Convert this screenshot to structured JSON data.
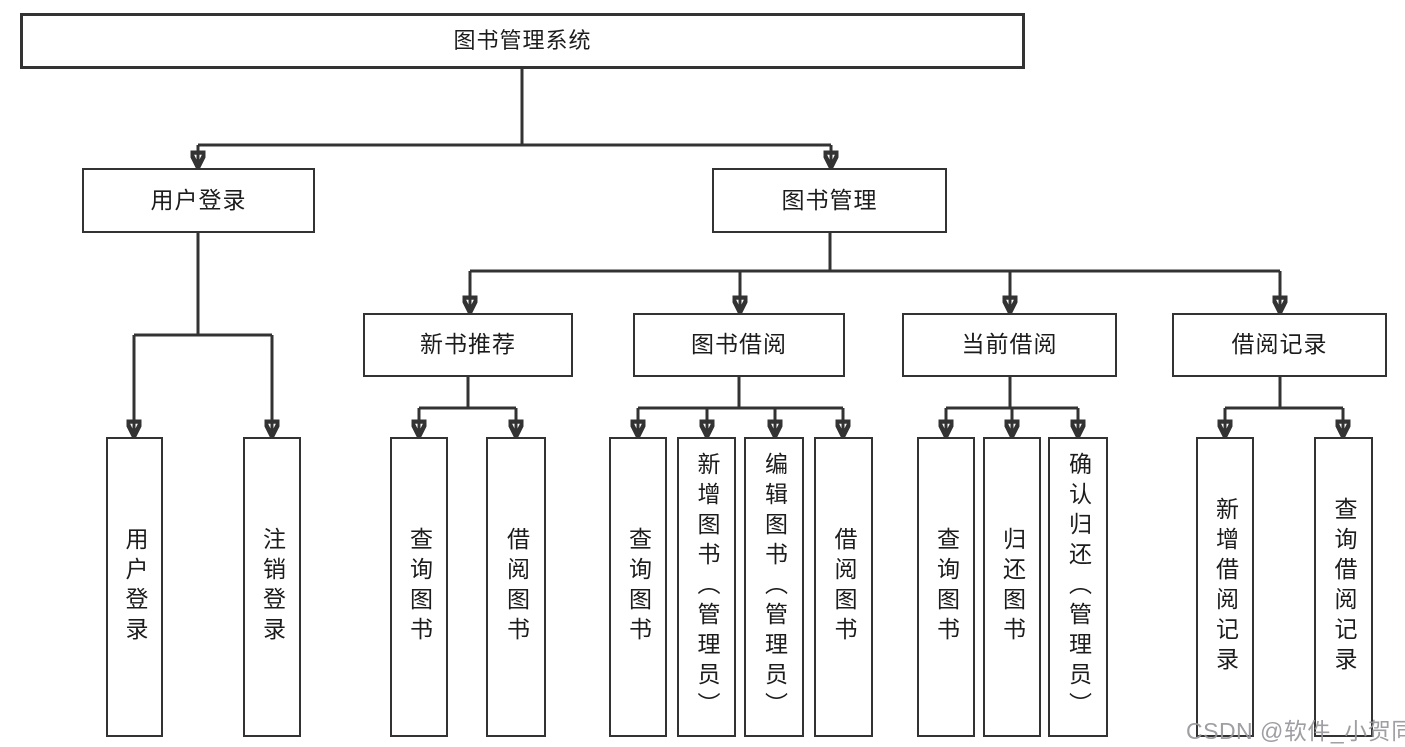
{
  "diagram": {
    "type": "hierarchy-tree",
    "title": "图书管理系统"
  },
  "tree": {
    "root": {
      "label": "图书管理系统",
      "children": [
        {
          "label": "用户登录",
          "children": [
            {
              "label": "用户登录"
            },
            {
              "label": "注销登录"
            }
          ]
        },
        {
          "label": "图书管理",
          "children": [
            {
              "label": "新书推荐",
              "children": [
                {
                  "label": "查询图书"
                },
                {
                  "label": "借阅图书"
                }
              ]
            },
            {
              "label": "图书借阅",
              "children": [
                {
                  "label": "查询图书"
                },
                {
                  "label": "新增图书（管理员）"
                },
                {
                  "label": "编辑图书（管理员）"
                },
                {
                  "label": "借阅图书"
                }
              ]
            },
            {
              "label": "当前借阅",
              "children": [
                {
                  "label": "查询图书"
                },
                {
                  "label": "归还图书"
                },
                {
                  "label": "确认归还（管理员）"
                }
              ]
            },
            {
              "label": "借阅记录",
              "children": [
                {
                  "label": "新增借阅记录"
                },
                {
                  "label": "查询借阅记录"
                }
              ]
            }
          ]
        }
      ]
    }
  },
  "watermark": {
    "text": "CSDN @软件_小贺同学"
  },
  "colors": {
    "background": "#ffffff",
    "box_fill": "#ffffff",
    "box_border": "#333333",
    "connector": "#333333",
    "text": "#1c1c1c",
    "watermark": "#96969b"
  }
}
